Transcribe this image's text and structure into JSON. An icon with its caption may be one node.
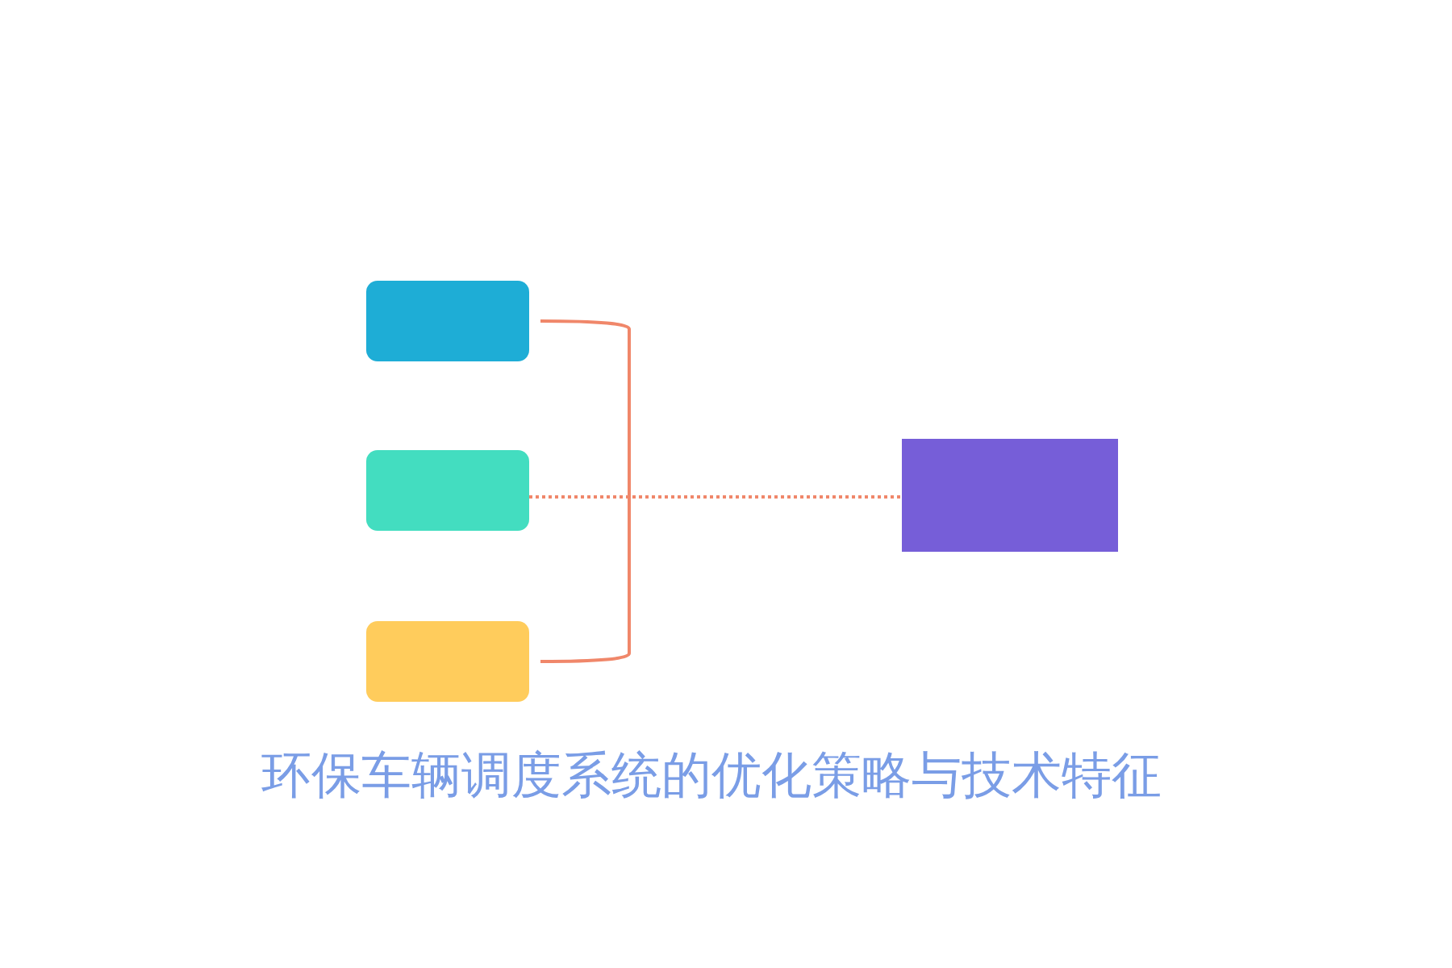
{
  "diagram": {
    "title": "环保车辆调度系统的优化策略与技术特征",
    "nodes": [
      {
        "text": [],
        "shape": "box"
      },
      {
        "text": [],
        "shape": "box"
      },
      {
        "text": [],
        "shape": "box"
      },
      {
        "text": [],
        "shape": "box"
      }
    ],
    "edges": [
      {
        "from": 0,
        "to": 3,
        "arrow": "none"
      },
      {
        "from": 1,
        "to": 3,
        "arrow": "none",
        "style": "dashed"
      },
      {
        "from": 2,
        "to": 3,
        "arrow": "none"
      }
    ]
  }
}
